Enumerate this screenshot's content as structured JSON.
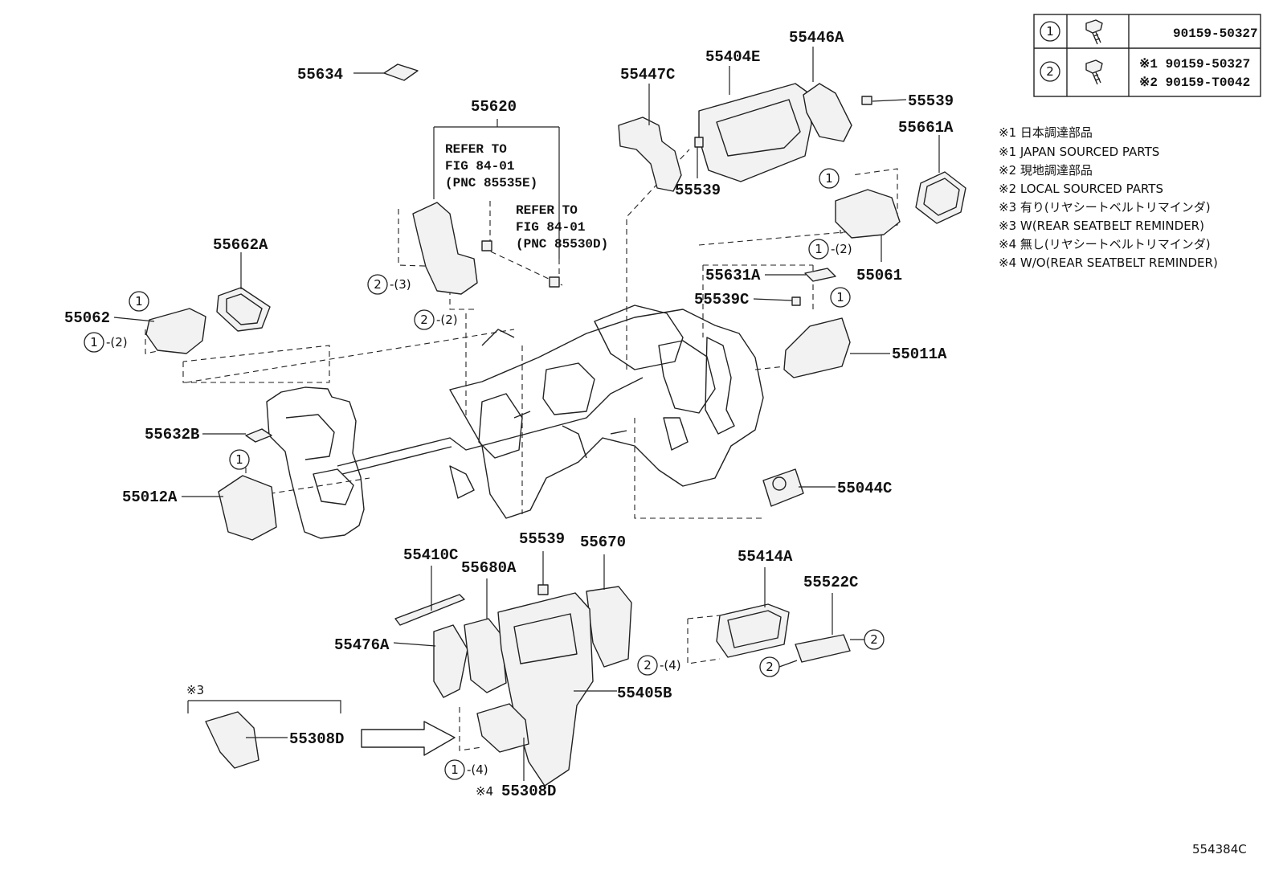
{
  "labels": {
    "p55634": "55634",
    "p55620": "55620",
    "p55447C": "55447C",
    "p55404E": "55404E",
    "p55446A": "55446A",
    "p55539_a": "55539",
    "p55539_b": "55539",
    "p55661A": "55661A",
    "p55662A": "55662A",
    "p55062": "55062",
    "p55061": "55061",
    "p55631A": "55631A",
    "p55539C": "55539C",
    "p55011A": "55011A",
    "p55632B": "55632B",
    "p55012A": "55012A",
    "p55044C": "55044C",
    "p55539_c": "55539",
    "p55670": "55670",
    "p55410C": "55410C",
    "p55680A": "55680A",
    "p55414A": "55414A",
    "p55522C": "55522C",
    "p55476A": "55476A",
    "p55405B": "55405B",
    "p55308D_a": "55308D",
    "p55308D_b": "55308D",
    "note3": "※3",
    "note4": "※4",
    "fig_code": "554384C"
  },
  "refs": {
    "ref1": [
      "REFER TO",
      "FIG 84-01",
      "(PNC 85535E)"
    ],
    "ref2": [
      "REFER TO",
      "FIG 84-01",
      "(PNC 85530D)"
    ]
  },
  "callouts": {
    "c1_l": "1",
    "c1_2_l": "1",
    "c1_2_l_sfx": "-(2)",
    "c2_3": "2",
    "c2_3_sfx": "-(3)",
    "c2_2": "2",
    "c2_2_sfx": "-(2)",
    "c1_r": "1",
    "c1_2_r": "1",
    "c1_2_r_sfx": "-(2)",
    "c1_011": "1",
    "c1_012": "1",
    "c2_4": "2",
    "c2_4_sfx": "-(4)",
    "c2_522a": "2",
    "c2_522b": "2",
    "c1_4": "1",
    "c1_4_sfx": "-(4)"
  },
  "fastener_table": {
    "rows": [
      {
        "num": "1",
        "icon": "bolt-icon",
        "parts": [
          "90159-50327"
        ]
      },
      {
        "num": "2",
        "icon": "bolt-icon",
        "parts": [
          "※1 90159-50327",
          "※2 90159-T0042"
        ]
      }
    ]
  },
  "notes": [
    "※1 日本調達部品",
    "※1 JAPAN SOURCED PARTS",
    "※2 現地調達部品",
    "※2 LOCAL SOURCED PARTS",
    "※3 有り(リヤシートベルトリマインダ)",
    "※3 W(REAR SEATBELT REMINDER)",
    "※4 無し(リヤシートベルトリマインダ)",
    "※4 W/O(REAR SEATBELT REMINDER)"
  ]
}
